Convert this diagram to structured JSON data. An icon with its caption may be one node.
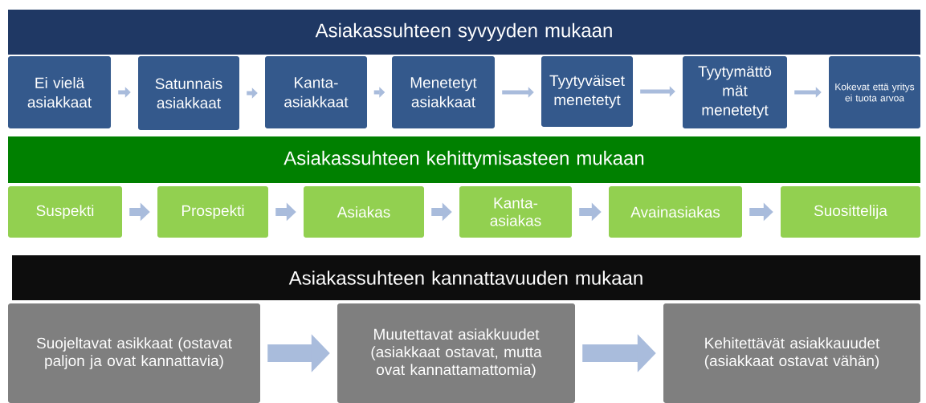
{
  "diagram": {
    "nodes": [
      {
        "text": [
          "Asiakassuhteen syvyyden mukaan"
        ]
      },
      {
        "text": [
          "Ei vielä asiakkaat"
        ]
      },
      {
        "text": [
          "Satunnais asiakkaat"
        ]
      },
      {
        "text": [
          "Kanta- asiakkaat"
        ]
      },
      {
        "text": [
          "Menetetyt asiakkaat"
        ]
      },
      {
        "text": [
          "Tyytyväiset menetetyt"
        ]
      },
      {
        "text": [
          "Tyytymättö mät menetetyt"
        ]
      },
      {
        "text": [
          "Kokevat että yritys ei tuota arvoa"
        ]
      },
      {
        "text": [
          "Asiakassuhteen kehittymisasteen mukaan"
        ]
      },
      {
        "text": [
          "Suspekti"
        ]
      },
      {
        "text": [
          "Prospekti"
        ]
      },
      {
        "text": [
          "Asiakas"
        ]
      },
      {
        "text": [
          "Kanta- asiakas"
        ]
      },
      {
        "text": [
          "Avainasiakas"
        ]
      },
      {
        "text": [
          "Suosittelija"
        ]
      },
      {
        "text": [
          "Asiakassuhteen kannattavuuden mukaan"
        ]
      },
      {
        "text": [
          "Suojeltavat asikkaat (ostavat paljon ja ovat kannattavia)"
        ]
      },
      {
        "text": [
          "Muutettavat asiakkuudet (asiakkaat ostavat, mutta ovat kannattamattomia)"
        ]
      },
      {
        "text": [
          "Kehitettävät asiakkauudet (asiakkaat ostavat vähän)"
        ]
      }
    ],
    "edges": [
      {
        "from": 1,
        "to": 2,
        "arrow": "to"
      },
      {
        "from": 2,
        "to": 3,
        "arrow": "to"
      },
      {
        "from": 3,
        "to": 4,
        "arrow": "to"
      },
      {
        "from": 4,
        "to": 5,
        "arrow": "to"
      },
      {
        "from": 5,
        "to": 6,
        "arrow": "to"
      },
      {
        "from": 6,
        "to": 7,
        "arrow": "to"
      },
      {
        "from": 9,
        "to": 10,
        "arrow": "to"
      },
      {
        "from": 10,
        "to": 11,
        "arrow": "to"
      },
      {
        "from": 11,
        "to": 12,
        "arrow": "to"
      },
      {
        "from": 12,
        "to": 13,
        "arrow": "to"
      },
      {
        "from": 13,
        "to": 14,
        "arrow": "to"
      },
      {
        "from": 16,
        "to": 17,
        "arrow": "to",
        "style": "thick"
      },
      {
        "from": 17,
        "to": 18,
        "arrow": "to",
        "style": "thick"
      }
    ]
  }
}
